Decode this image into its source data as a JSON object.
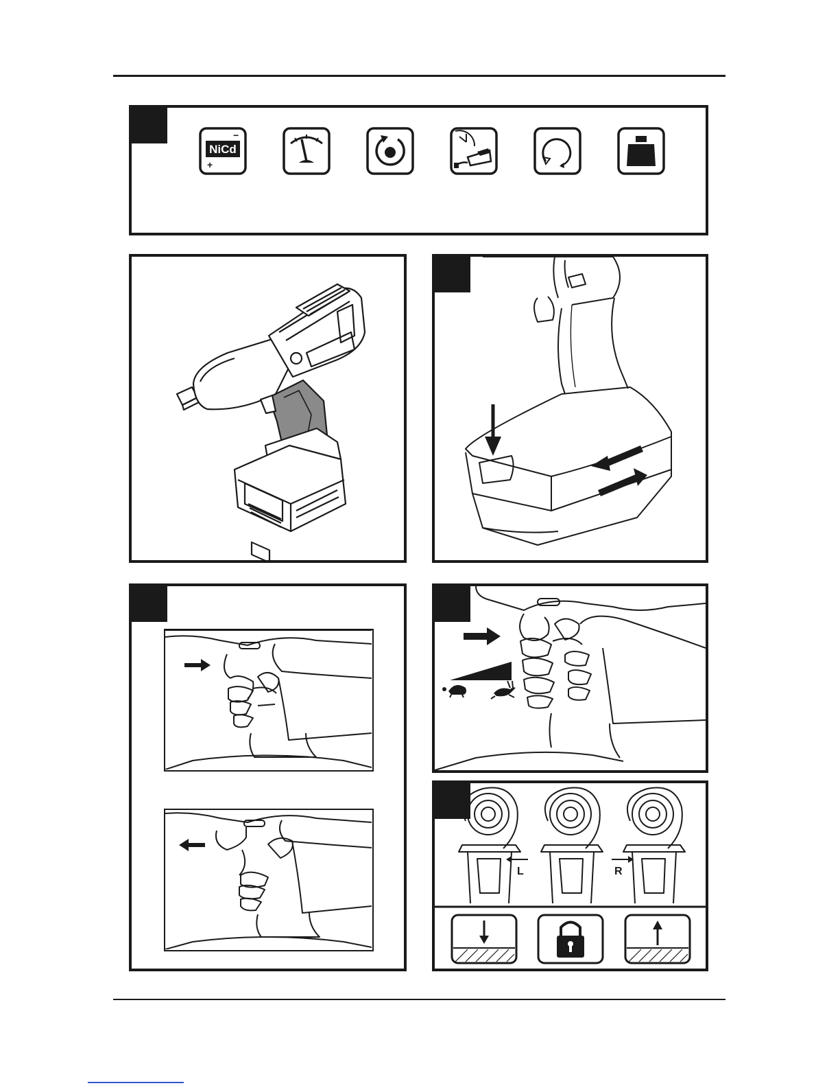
{
  "symbols": {
    "nicd": {
      "label": "NiCd",
      "plus": "+",
      "minus": "−"
    }
  },
  "rotation": {
    "left_label": "L",
    "right_label": "R"
  }
}
